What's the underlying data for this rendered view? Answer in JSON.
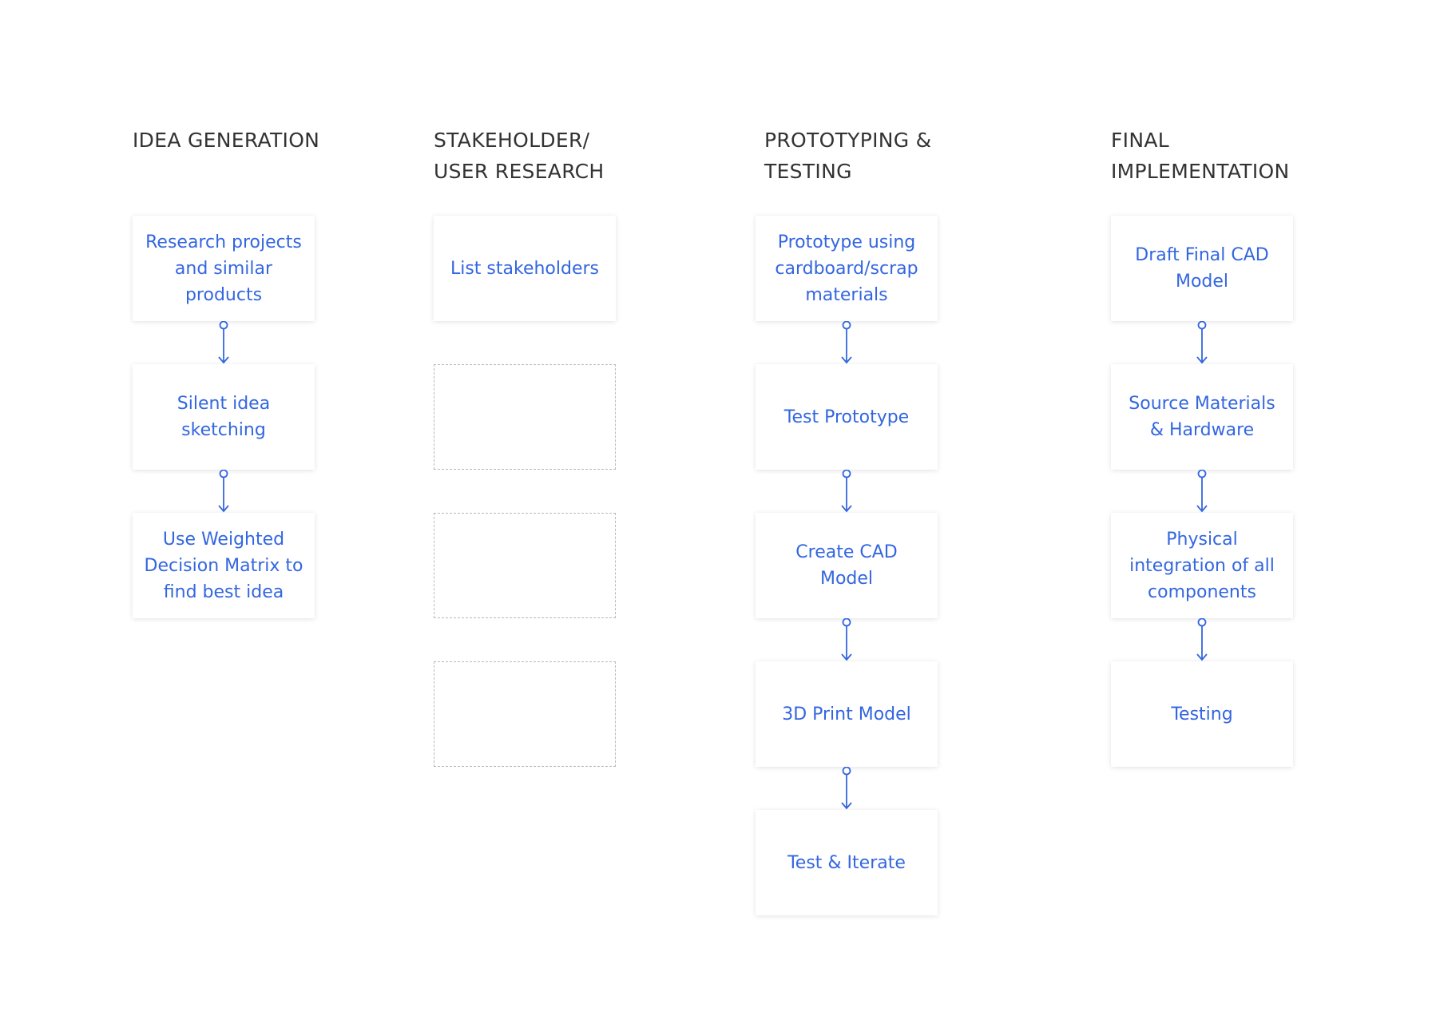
{
  "colors": {
    "accent": "#3366e0",
    "title_text": "#333333",
    "placeholder_border": "#b8b8b8",
    "background": "#ffffff"
  },
  "columns": [
    {
      "key": "idea",
      "title_lines": [
        "IDEA GENERATION"
      ],
      "cards": [
        {
          "lines": [
            "Research projects",
            "and similar",
            "products"
          ]
        },
        {
          "lines": [
            "Silent idea",
            "sketching"
          ]
        },
        {
          "lines": [
            "Use Weighted",
            "Decision Matrix to",
            "find best idea"
          ]
        }
      ]
    },
    {
      "key": "stakeholder",
      "title_lines": [
        "STAKEHOLDER/",
        "USER RESEARCH"
      ],
      "cards": [
        {
          "lines": [
            "List stakeholders"
          ]
        }
      ],
      "placeholder_cards": 3
    },
    {
      "key": "prototyping",
      "title_lines": [
        "PROTOTYPING &",
        "TESTING"
      ],
      "cards": [
        {
          "lines": [
            "Prototype using",
            "cardboard/scrap",
            "materials"
          ]
        },
        {
          "lines": [
            "Test Prototype"
          ]
        },
        {
          "lines": [
            "Create CAD",
            "Model"
          ]
        },
        {
          "lines": [
            "3D Print Model"
          ]
        },
        {
          "lines": [
            "Test & Iterate"
          ]
        }
      ]
    },
    {
      "key": "final",
      "title_lines": [
        "FINAL",
        "IMPLEMENTATION"
      ],
      "cards": [
        {
          "lines": [
            "Draft Final CAD",
            "Model"
          ]
        },
        {
          "lines": [
            "Source Materials",
            "& Hardware"
          ]
        },
        {
          "lines": [
            "Physical",
            "integration of all",
            "components"
          ]
        },
        {
          "lines": [
            "Testing"
          ]
        }
      ]
    }
  ]
}
